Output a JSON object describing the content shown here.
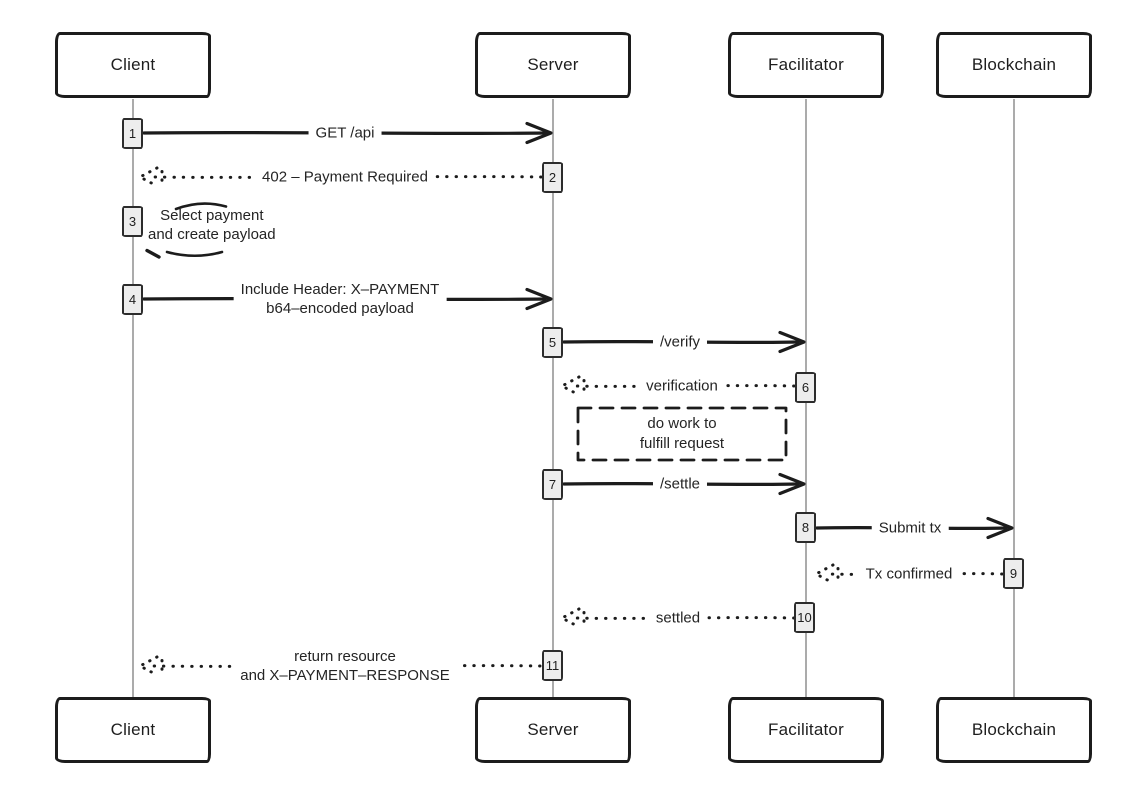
{
  "actors": [
    {
      "name": "Client"
    },
    {
      "name": "Server"
    },
    {
      "name": "Facilitator"
    },
    {
      "name": "Blockchain"
    }
  ],
  "steps": [
    {
      "num": "1",
      "from": "Client",
      "to": "Server",
      "type": "solid-arrow",
      "label": "GET /api"
    },
    {
      "num": "2",
      "from": "Server",
      "to": "Client",
      "type": "dotted-arrow",
      "label": "402 – Payment Required"
    },
    {
      "num": "3",
      "actor": "Client",
      "type": "self-note",
      "label_lines": [
        "Select payment",
        "and create payload"
      ]
    },
    {
      "num": "4",
      "from": "Client",
      "to": "Server",
      "type": "solid-arrow",
      "label_lines": [
        "Include Header: X–PAYMENT",
        "b64–encoded payload"
      ]
    },
    {
      "num": "5",
      "from": "Server",
      "to": "Facilitator",
      "type": "solid-arrow",
      "label": "/verify"
    },
    {
      "num": "6",
      "from": "Facilitator",
      "to": "Server",
      "type": "dotted-arrow",
      "label": "verification"
    },
    {
      "num": "7",
      "from": "Server",
      "to": "Facilitator",
      "type": "solid-arrow",
      "label": "/settle"
    },
    {
      "num": "8",
      "from": "Facilitator",
      "to": "Blockchain",
      "type": "solid-arrow",
      "label": "Submit tx"
    },
    {
      "num": "9",
      "from": "Blockchain",
      "to": "Facilitator",
      "type": "dotted-arrow",
      "label": "Tx confirmed"
    },
    {
      "num": "10",
      "from": "Facilitator",
      "to": "Server",
      "type": "dotted-arrow",
      "label": "settled"
    },
    {
      "num": "11",
      "from": "Server",
      "to": "Client",
      "type": "dotted-arrow",
      "label_lines": [
        "return resource",
        "and X–PAYMENT–RESPONSE"
      ]
    }
  ],
  "note": {
    "label_lines": [
      "do work to",
      "fulfill request"
    ]
  },
  "colors": {
    "stroke": "#1c1c1c",
    "lifeline": "#ababab",
    "activation_fill": "#ededed",
    "background": "#ffffff",
    "text": "#242424"
  }
}
